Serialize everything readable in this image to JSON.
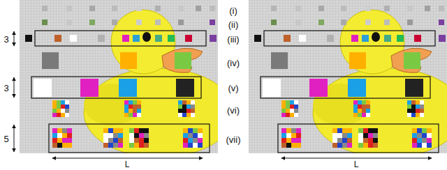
{
  "diagram": {
    "labels": [
      "3",
      "3",
      "5",
      "(i)",
      "(ii)",
      "(iii)",
      "(iv)",
      "(v)",
      "(vi)",
      "(vii)",
      "L",
      "L"
    ]
  }
}
